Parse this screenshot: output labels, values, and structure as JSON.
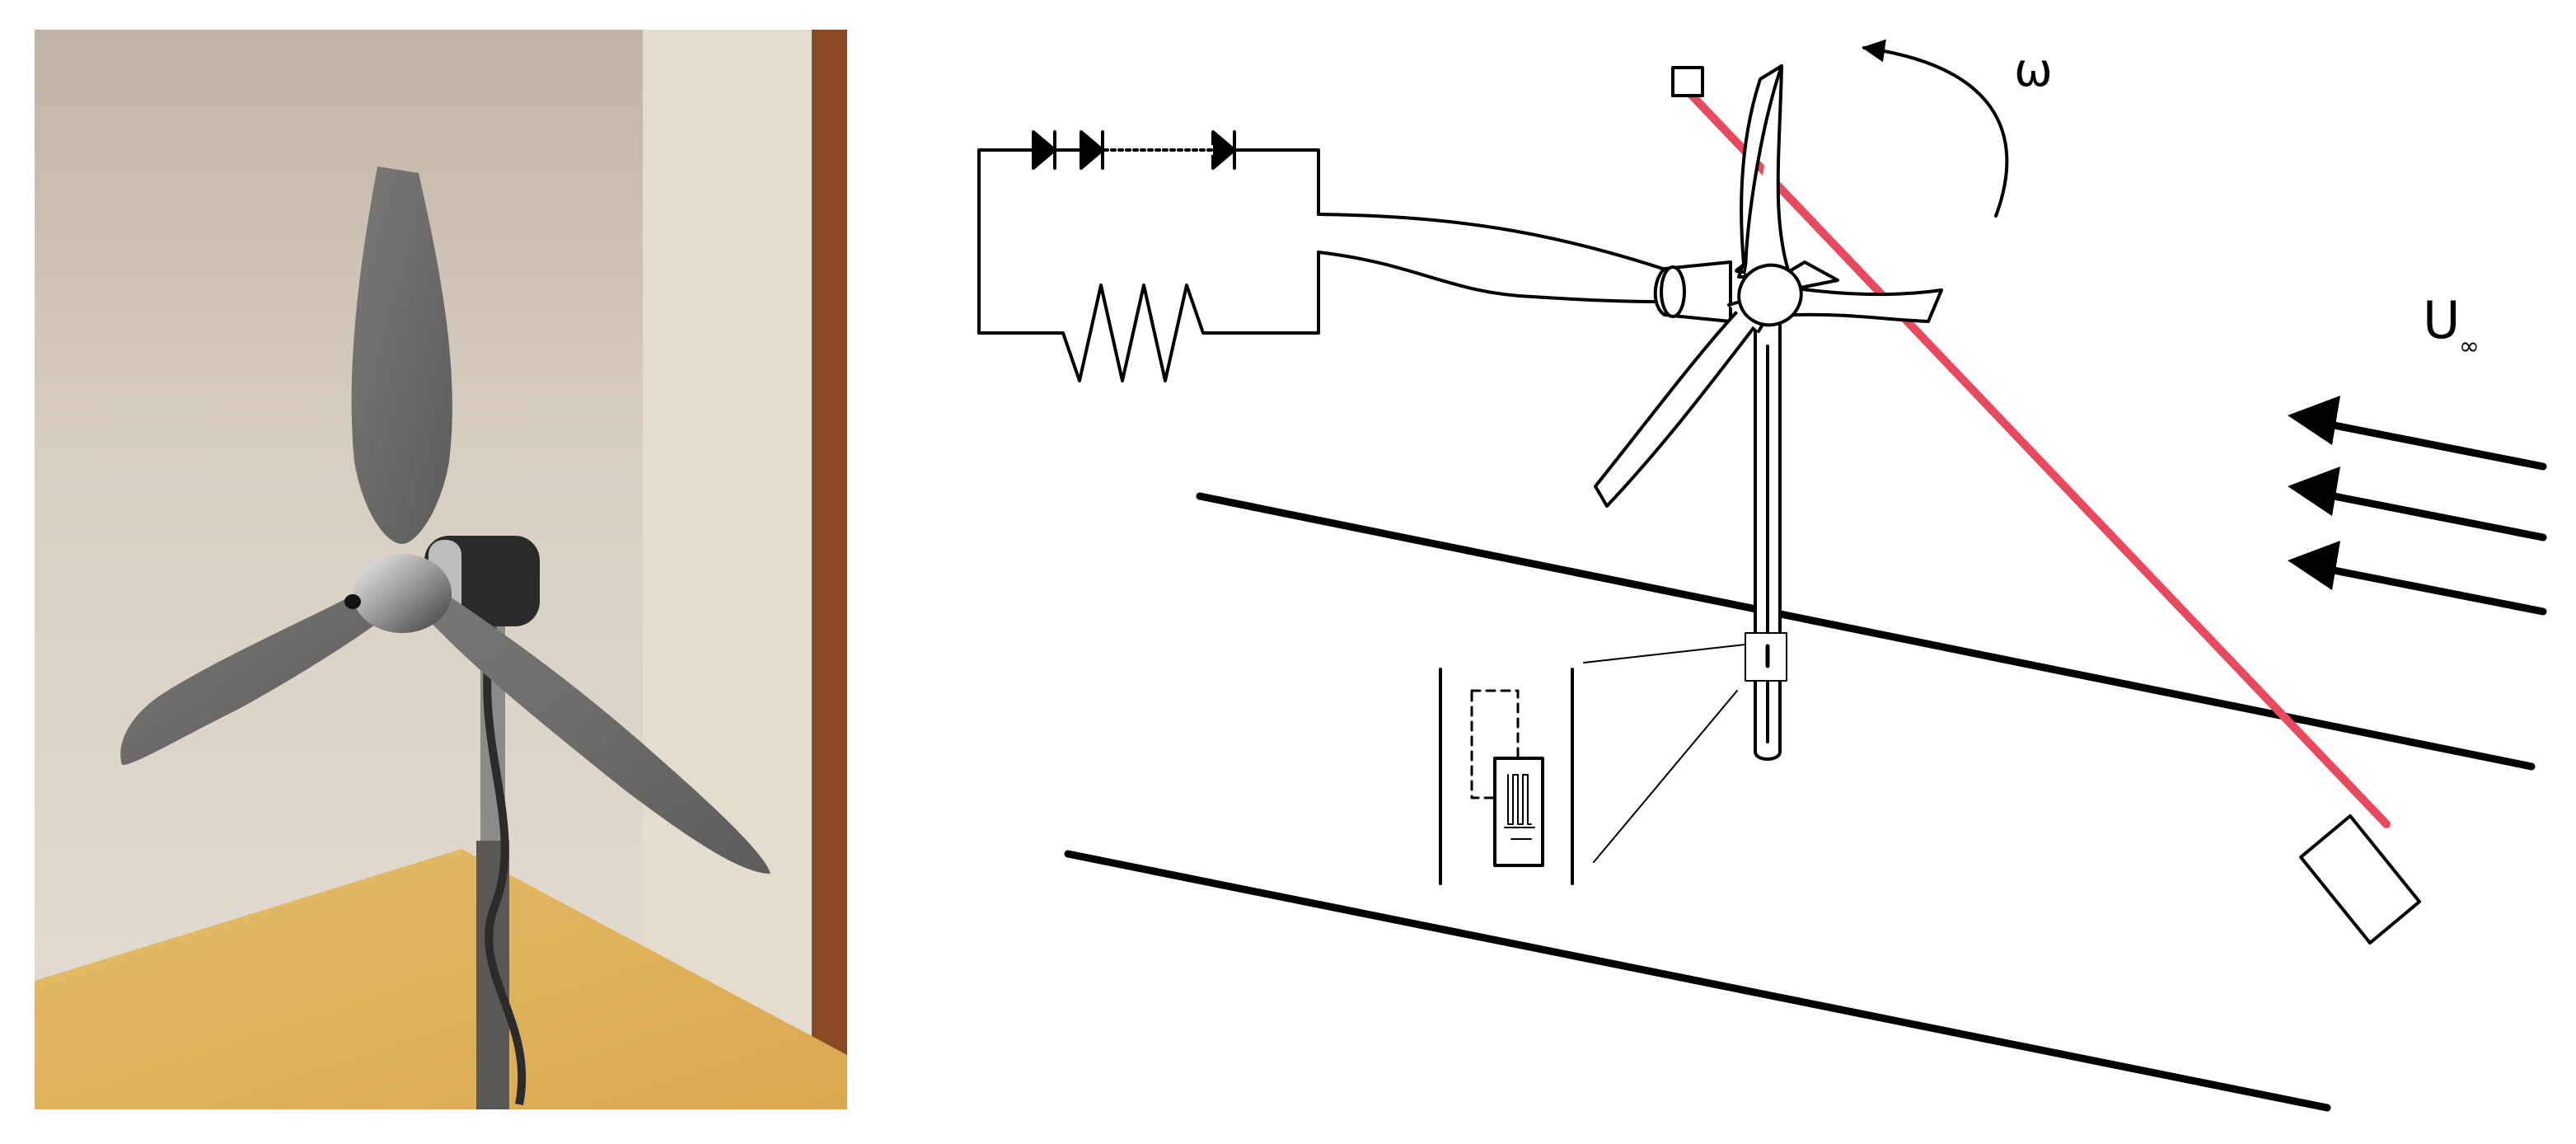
{
  "labels": {
    "omega": "ω",
    "u_main": "U",
    "u_sub": "∞"
  },
  "colors": {
    "laser": "#e8495e",
    "ink": "#000000",
    "wall": "#d6cab9",
    "wall_shadow": "#c2b5a3",
    "table": "#e0b55f",
    "door_frame": "#8a4a24",
    "blade": "#6b6a69",
    "pole": "#8c8a86"
  },
  "icons": {
    "photo": "wind-turbine-photo",
    "diodes": "diode-chain-icon",
    "resistor": "resistor-icon",
    "strain_gauge": "strain-gauge-icon",
    "laser_source": "laser-source-icon",
    "reflector": "laser-reflector-icon",
    "rotation": "rotation-arrow-icon"
  }
}
